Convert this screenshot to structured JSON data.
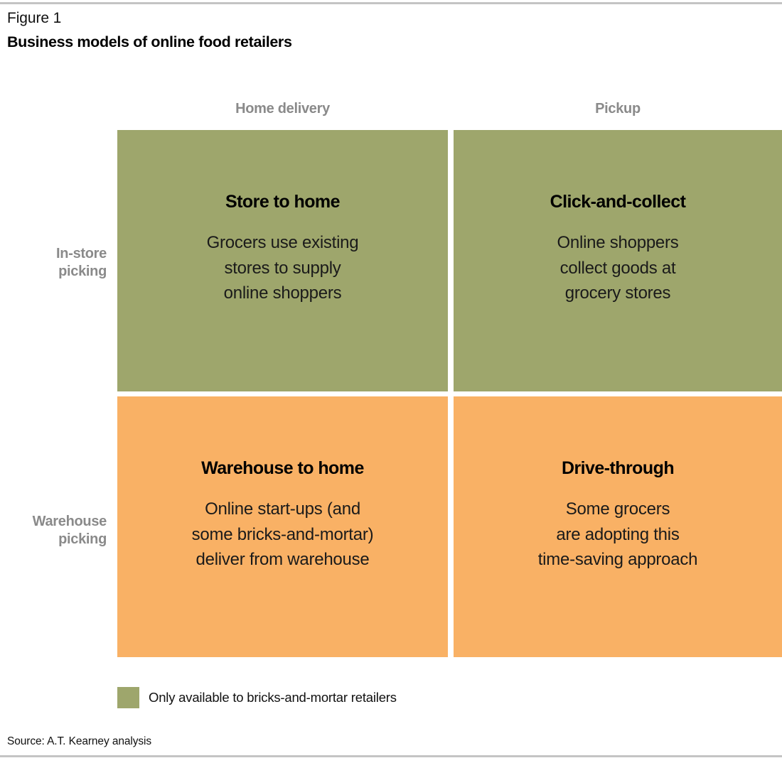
{
  "figure": {
    "label": "Figure 1",
    "title": "Business models of online food retailers"
  },
  "matrix": {
    "columns": [
      {
        "label": "Home delivery"
      },
      {
        "label": "Pickup"
      }
    ],
    "rows": [
      {
        "line1": "In-store",
        "line2": "picking"
      },
      {
        "line1": "Warehouse",
        "line2": "picking"
      }
    ],
    "cells": [
      {
        "title": "Store to home",
        "body_line1": "Grocers use existing",
        "body_line2": "stores to supply",
        "body_line3": "online shoppers",
        "color": "#9ea66c"
      },
      {
        "title": "Click-and-collect",
        "body_line1": "Online shoppers",
        "body_line2": "collect goods at",
        "body_line3": "grocery stores",
        "color": "#9ea66c"
      },
      {
        "title": "Warehouse to home",
        "body_line1": "Online start-ups (and",
        "body_line2": "some bricks-and-mortar)",
        "body_line3": "deliver from warehouse",
        "color": "#f9b165"
      },
      {
        "title": "Drive-through",
        "body_line1": "Some grocers",
        "body_line2": "are adopting this",
        "body_line3": "time-saving approach",
        "color": "#f9b165"
      }
    ]
  },
  "legend": {
    "swatch_color": "#9ea66c",
    "text": "Only available to bricks-and-mortar retailers"
  },
  "source": "Source: A.T. Kearney analysis",
  "colors": {
    "green": "#9ea66c",
    "orange": "#f9b165",
    "label_gray": "#8a8a8a",
    "rule_gray": "#c4c4c4"
  }
}
